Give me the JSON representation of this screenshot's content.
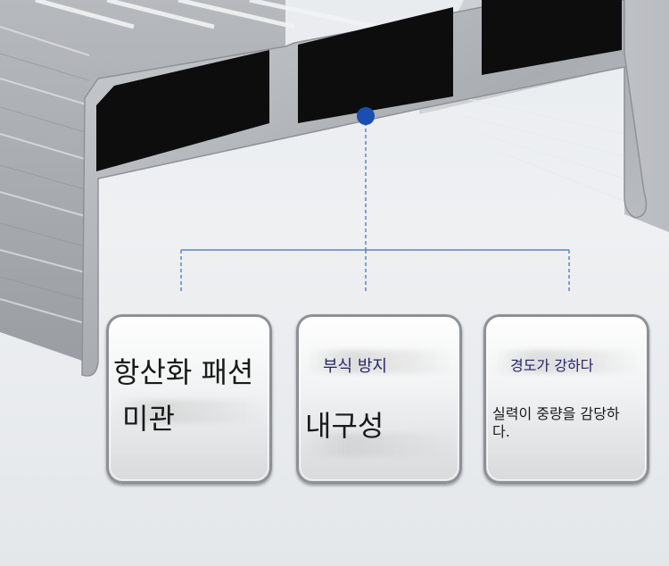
{
  "cards": [
    {
      "line1": "항산화 패션",
      "line2": "미관"
    },
    {
      "title": "부식 방지",
      "body": "내구성"
    },
    {
      "title": "경도가 강하다",
      "body": "실력이 중량을 감당하",
      "body2": "다."
    }
  ],
  "colors": {
    "connector": "#5a86c8",
    "dot": "#1a4fb0",
    "profile_dark": "#0d0d0d"
  }
}
